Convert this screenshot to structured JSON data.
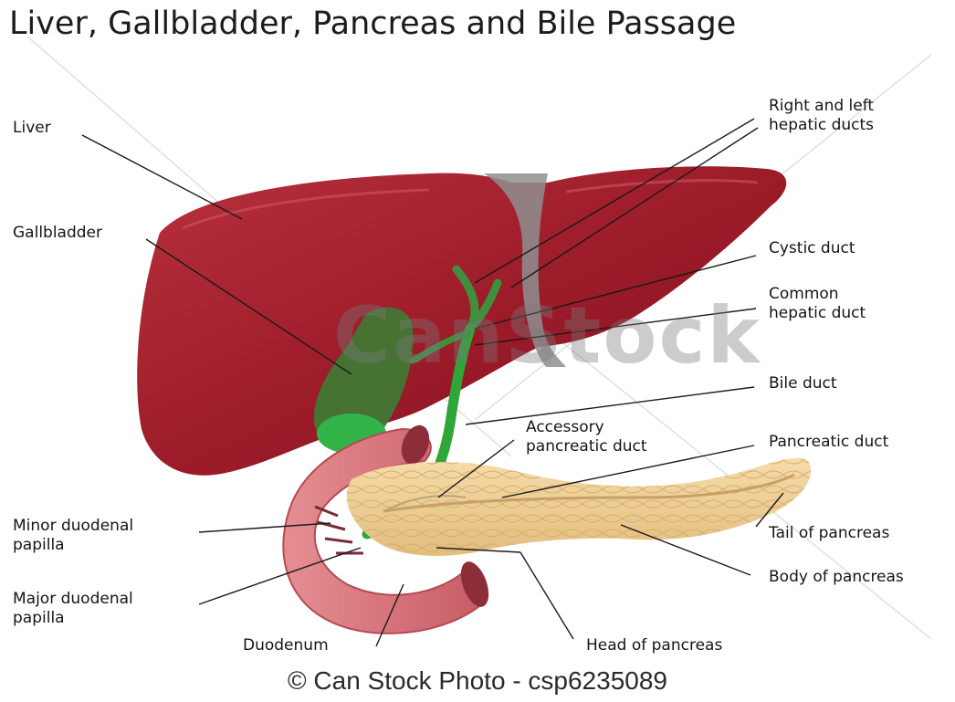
{
  "title": "Liver, Gallbladder, Pancreas and Bile Passage",
  "labels": {
    "liver": "Liver",
    "gallbladder": "Gallbladder",
    "minor_papilla": "Minor duodenal\npapilla",
    "major_papilla": "Major duodenal\npapilla",
    "duodenum": "Duodenum",
    "hepatic_ducts": "Right and left\nhepatic ducts",
    "cystic_duct": "Cystic duct",
    "common_hepatic_duct": "Common\nhepatic duct",
    "bile_duct": "Bile duct",
    "accessory_duct": "Accessory\npancreatic duct",
    "pancreatic_duct": "Pancreatic duct",
    "tail": "Tail of pancreas",
    "body": "Body of pancreas",
    "head": "Head of pancreas"
  },
  "watermark": "CanStock",
  "credit": "© Can Stock Photo - csp6235089",
  "colors": {
    "liver": "#9e1c2a",
    "gallbladder": "#3e8a3a",
    "bile_duct": "#2fa63a",
    "pancreas": "#eecf96",
    "duodenum": "#d36e74",
    "ligament": "#8a8a8a"
  }
}
